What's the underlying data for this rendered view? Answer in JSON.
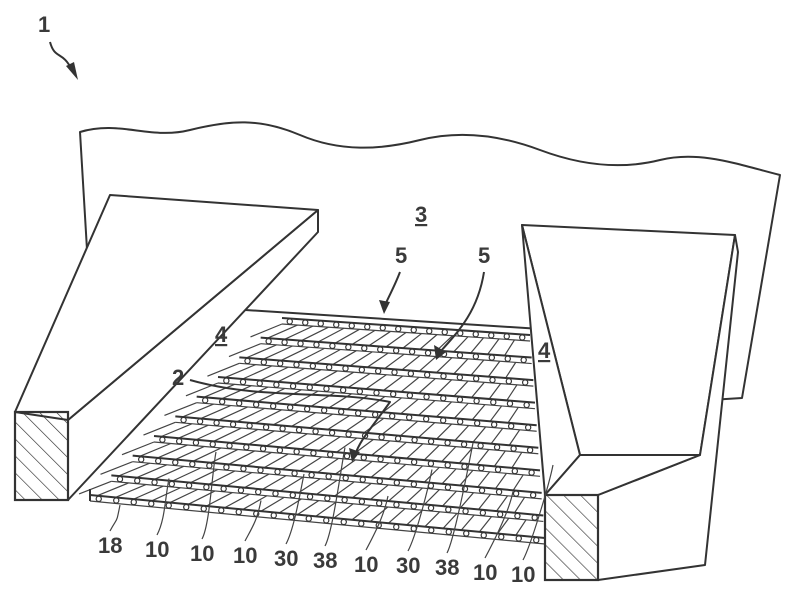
{
  "figure": {
    "reference_numeral": "1",
    "labels": {
      "space": "3",
      "grate_top_left": "5",
      "grate_top_right": "5",
      "block_left": "4",
      "block_right": "4",
      "floor": "2"
    },
    "bottom_labels": [
      "18",
      "10",
      "10",
      "10",
      "30",
      "38",
      "10",
      "30",
      "38",
      "10",
      "10"
    ]
  }
}
